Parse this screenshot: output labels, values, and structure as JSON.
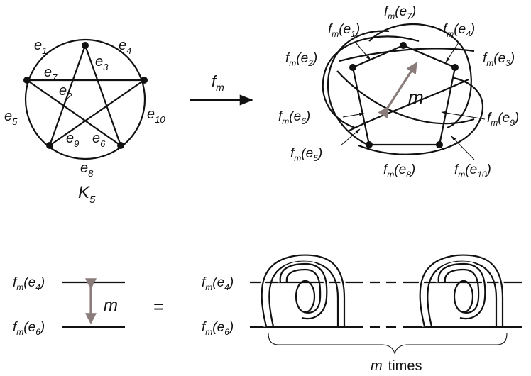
{
  "colors": {
    "ink": "#111111",
    "accent_arrow": "#8a7c7a",
    "background": "#ffffff"
  },
  "k5": {
    "graph_name": "K",
    "graph_sub": "5",
    "edge_labels": [
      {
        "base": "e",
        "sub": "1"
      },
      {
        "base": "e",
        "sub": "4"
      },
      {
        "base": "e",
        "sub": "3"
      },
      {
        "base": "e",
        "sub": "7"
      },
      {
        "base": "e",
        "sub": "2"
      },
      {
        "base": "e",
        "sub": "5"
      },
      {
        "base": "e",
        "sub": "10"
      },
      {
        "base": "e",
        "sub": "9"
      },
      {
        "base": "e",
        "sub": "6"
      },
      {
        "base": "e",
        "sub": "8"
      }
    ]
  },
  "map": {
    "f": "f",
    "f_sub": "m"
  },
  "embedding": {
    "labels": [
      {
        "arg": "e",
        "sub": "7"
      },
      {
        "arg": "e",
        "sub": "1"
      },
      {
        "arg": "e",
        "sub": "4"
      },
      {
        "arg": "e",
        "sub": "2"
      },
      {
        "arg": "e",
        "sub": "3"
      },
      {
        "arg": "e",
        "sub": "6"
      },
      {
        "arg": "e",
        "sub": "9"
      },
      {
        "arg": "e",
        "sub": "5"
      },
      {
        "arg": "e",
        "sub": "10"
      },
      {
        "arg": "e",
        "sub": "8"
      }
    ],
    "m_label": "m"
  },
  "bottom": {
    "left_labels": [
      {
        "arg": "e",
        "sub": "4"
      },
      {
        "arg": "e",
        "sub": "6"
      }
    ],
    "m_label": "m",
    "equals": "=",
    "right_labels": [
      {
        "arg": "e",
        "sub": "4"
      },
      {
        "arg": "e",
        "sub": "6"
      }
    ],
    "times_m": "m",
    "times_word": "times"
  }
}
